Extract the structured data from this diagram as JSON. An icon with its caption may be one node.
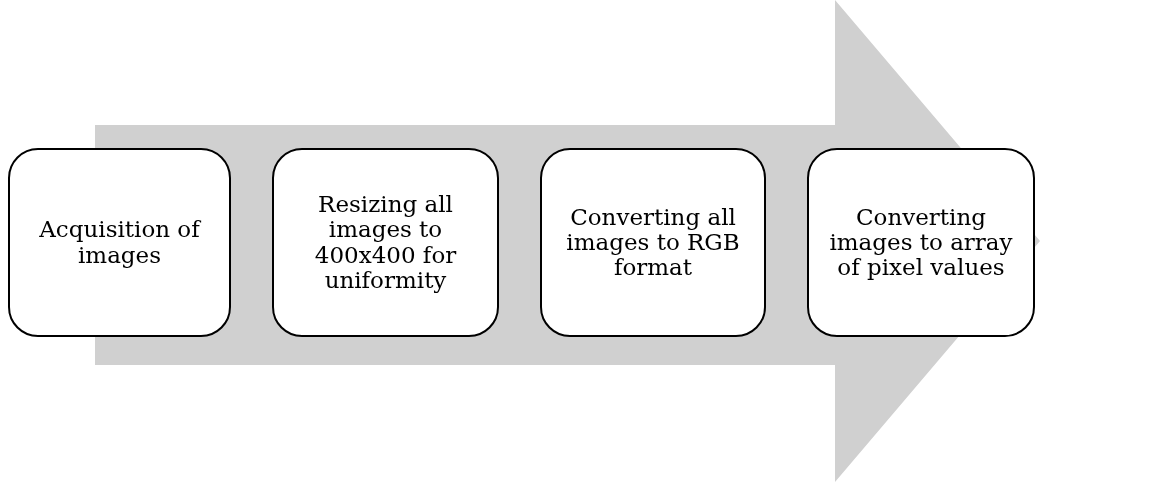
{
  "diagram": {
    "nodes": [
      {
        "text": [
          "Acquisition of images"
        ]
      },
      {
        "text": [
          "Resizing all images to 400x400 for uniformity"
        ]
      },
      {
        "text": [
          "Converting all images to RGB format"
        ]
      },
      {
        "text": [
          "Converting images to array of pixel values"
        ]
      }
    ],
    "edges": [
      {
        "from": 0,
        "to": 3,
        "arrow": "to"
      }
    ]
  }
}
